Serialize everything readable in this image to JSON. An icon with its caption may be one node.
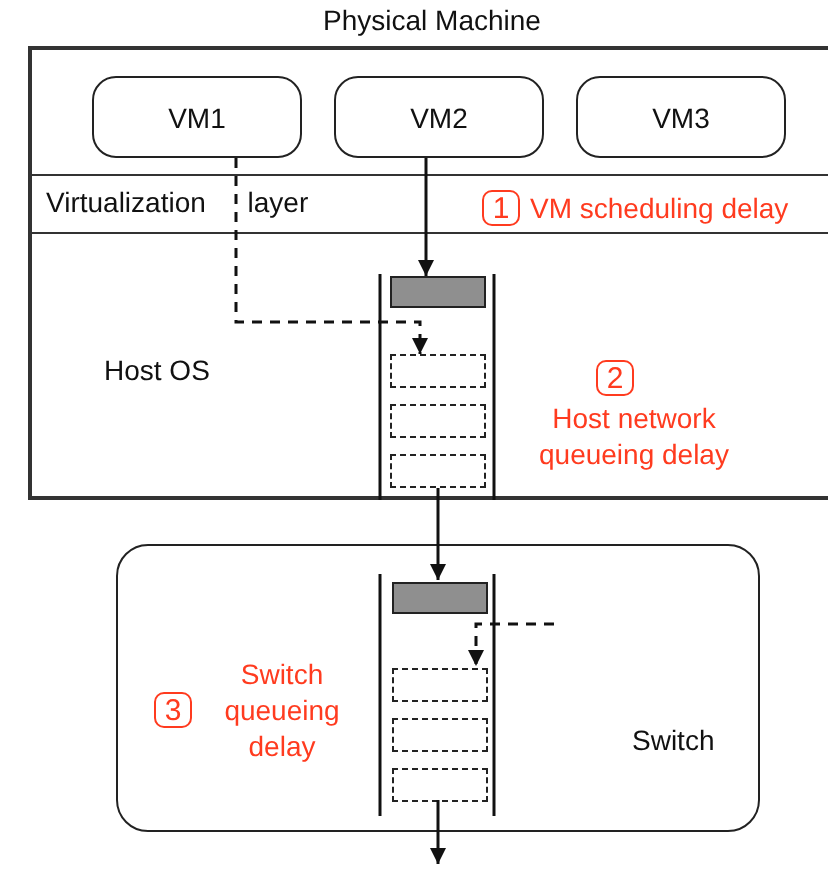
{
  "diagram": {
    "nodes": [
      {
        "text": [
          "Physical Machine"
        ]
      },
      {
        "text": [
          "VM1"
        ],
        "in": 0
      },
      {
        "text": [
          "VM2"
        ],
        "in": 0
      },
      {
        "text": [
          "VM3"
        ],
        "in": 0
      },
      {
        "text": [
          "Host OS"
        ],
        "in": 0
      },
      {
        "text": [],
        "shape": "bar",
        "in": 4
      },
      {
        "text": [],
        "shape": "box",
        "in": 4
      },
      {
        "text": [],
        "shape": "box",
        "in": 4
      },
      {
        "text": [],
        "shape": "box",
        "in": 4
      },
      {
        "text": [
          "Switch"
        ]
      },
      {
        "text": [],
        "shape": "bar",
        "in": 9
      },
      {
        "text": [],
        "shape": "box",
        "in": 9
      },
      {
        "text": [],
        "shape": "box",
        "in": 9
      },
      {
        "text": [],
        "shape": "box",
        "in": 9
      }
    ],
    "edges": [
      {
        "from": 2,
        "to": 5,
        "arrow": "to"
      },
      {
        "from": 1,
        "to": 6,
        "arrow": "to",
        "style": "dashed"
      },
      {
        "from": 8,
        "to": 10,
        "arrow": "to"
      },
      {
        "from": null,
        "to": 11,
        "arrow": "to",
        "style": "dashed"
      },
      {
        "from": 13,
        "to": null,
        "arrow": "to"
      }
    ],
    "labels": [
      "Virtualization layer",
      "1",
      "VM scheduling delay",
      "2",
      "Host network queueing delay",
      "3",
      "Switch queueing delay"
    ]
  }
}
